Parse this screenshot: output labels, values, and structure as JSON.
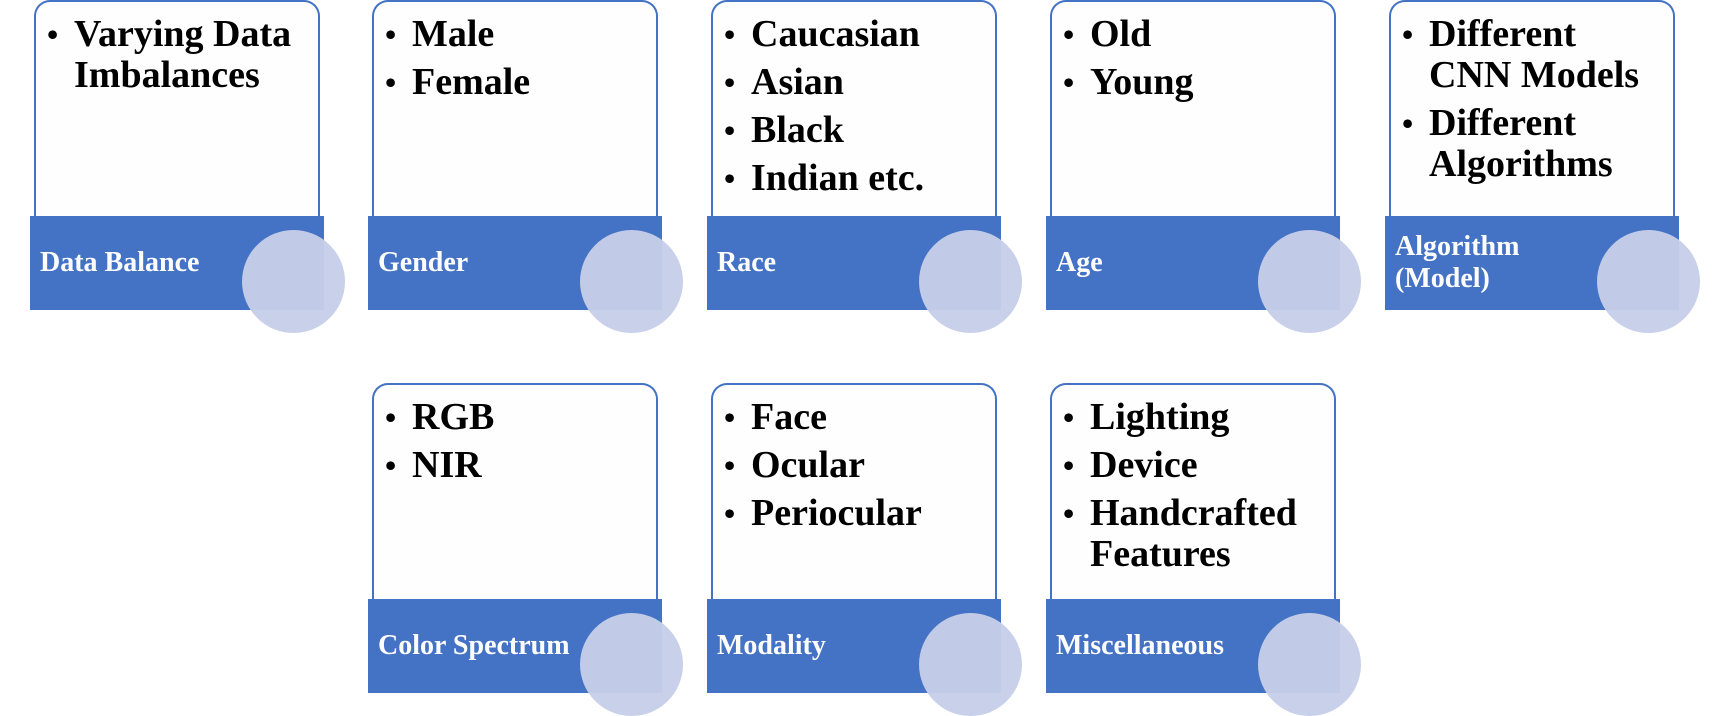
{
  "cards": [
    {
      "label": "Data Balance",
      "items": [
        "Varying Data Imbalances"
      ]
    },
    {
      "label": "Gender",
      "items": [
        "Male",
        "Female"
      ]
    },
    {
      "label": "Race",
      "items": [
        "Caucasian",
        "Asian",
        "Black",
        "Indian etc."
      ]
    },
    {
      "label": "Age",
      "items": [
        "Old",
        "Young"
      ]
    },
    {
      "label": "Algorithm (Model)",
      "items": [
        "Different CNN Models",
        "Different Algorithms"
      ]
    },
    {
      "label": "Color Spectrum",
      "items": [
        "RGB",
        "NIR"
      ]
    },
    {
      "label": "Modality",
      "items": [
        "Face",
        "Ocular",
        "Periocular"
      ]
    },
    {
      "label": "Miscellaneous",
      "items": [
        "Lighting",
        "Device",
        "Handcrafted Features"
      ]
    }
  ],
  "colors": {
    "band": "#4472C4",
    "disc": "#C7CEE8",
    "text": "#000000",
    "label_text": "#FFFFFF"
  }
}
